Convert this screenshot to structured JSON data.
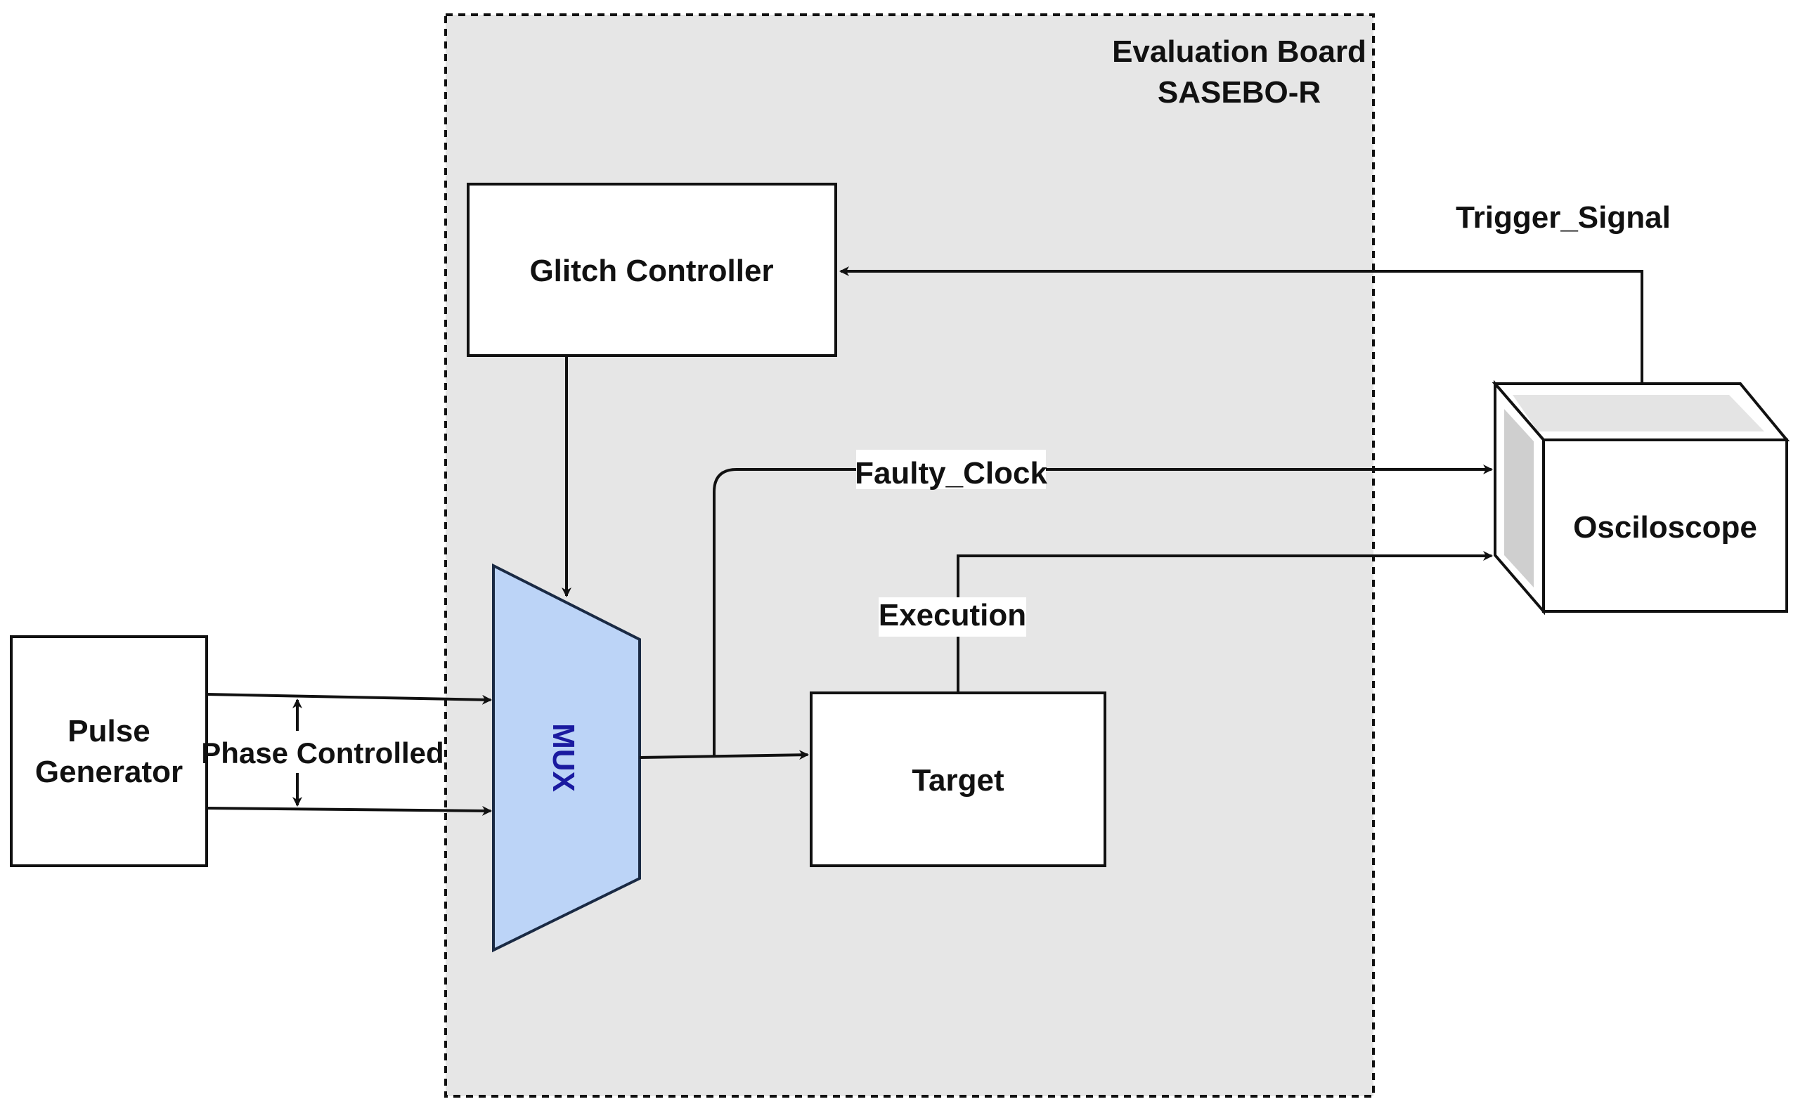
{
  "board": {
    "title_line1": "Evaluation Board",
    "title_line2": "SASEBO-R"
  },
  "blocks": {
    "glitch_controller": "Glitch Controller",
    "pulse_generator_line1": "Pulse",
    "pulse_generator_line2": "Generator",
    "mux": "MUX",
    "target": "Target",
    "oscilloscope": "Osciloscope"
  },
  "signals": {
    "trigger": "Trigger_Signal",
    "faulty_clock": "Faulty_Clock",
    "execution": "Execution",
    "phase": "Phase Controlled"
  },
  "colors": {
    "board_fill": "#e6e6e6",
    "mux_fill": "#bcd4f7",
    "mux_text": "#1a1aa0",
    "oscilloscope_side": "#cfcfcf",
    "oscilloscope_top": "#e4e4e4"
  }
}
